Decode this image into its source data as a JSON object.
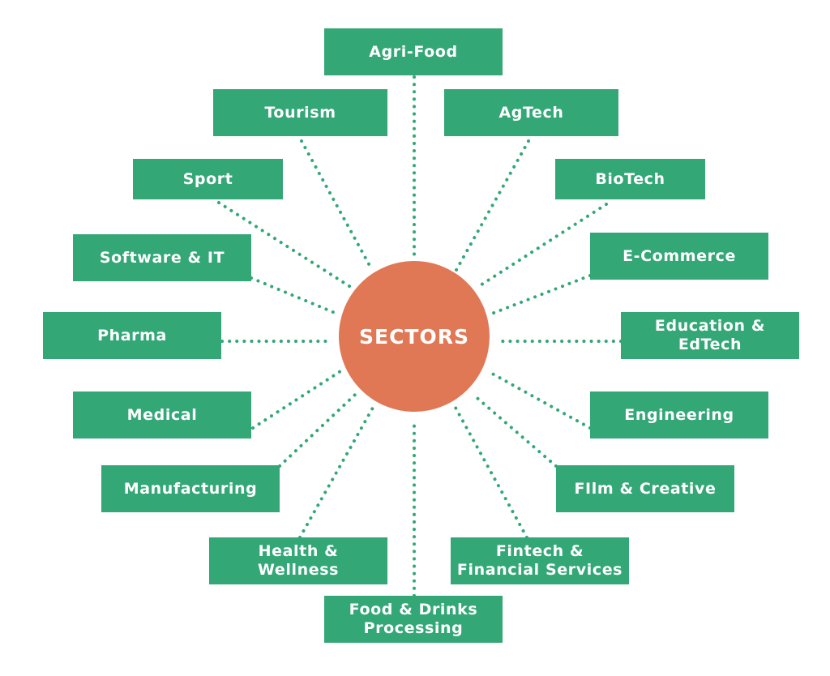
{
  "diagram": {
    "center_label": "SECTORS",
    "connector_color": "#34a777",
    "box_color": "#34a777",
    "hub_color": "#e07856",
    "sectors": [
      {
        "id": "agri-food",
        "label": "Agri-Food"
      },
      {
        "id": "agtech",
        "label": "AgTech"
      },
      {
        "id": "biotech",
        "label": "BioTech"
      },
      {
        "id": "e-commerce",
        "label": "E-Commerce"
      },
      {
        "id": "education-edtech",
        "label": "Education &\nEdTech"
      },
      {
        "id": "engineering",
        "label": "Engineering"
      },
      {
        "id": "film-creative",
        "label": "FIlm & Creative"
      },
      {
        "id": "fintech-financial-services",
        "label": "Fintech &\nFinancial Services"
      },
      {
        "id": "food-drinks-processing",
        "label": "Food & Drinks\nProcessing"
      },
      {
        "id": "health-wellness",
        "label": "Health &\nWellness"
      },
      {
        "id": "manufacturing",
        "label": "Manufacturing"
      },
      {
        "id": "medical",
        "label": "Medical"
      },
      {
        "id": "pharma",
        "label": "Pharma"
      },
      {
        "id": "software-it",
        "label": "Software & IT"
      },
      {
        "id": "sport",
        "label": "Sport"
      },
      {
        "id": "tourism",
        "label": "Tourism"
      }
    ]
  }
}
